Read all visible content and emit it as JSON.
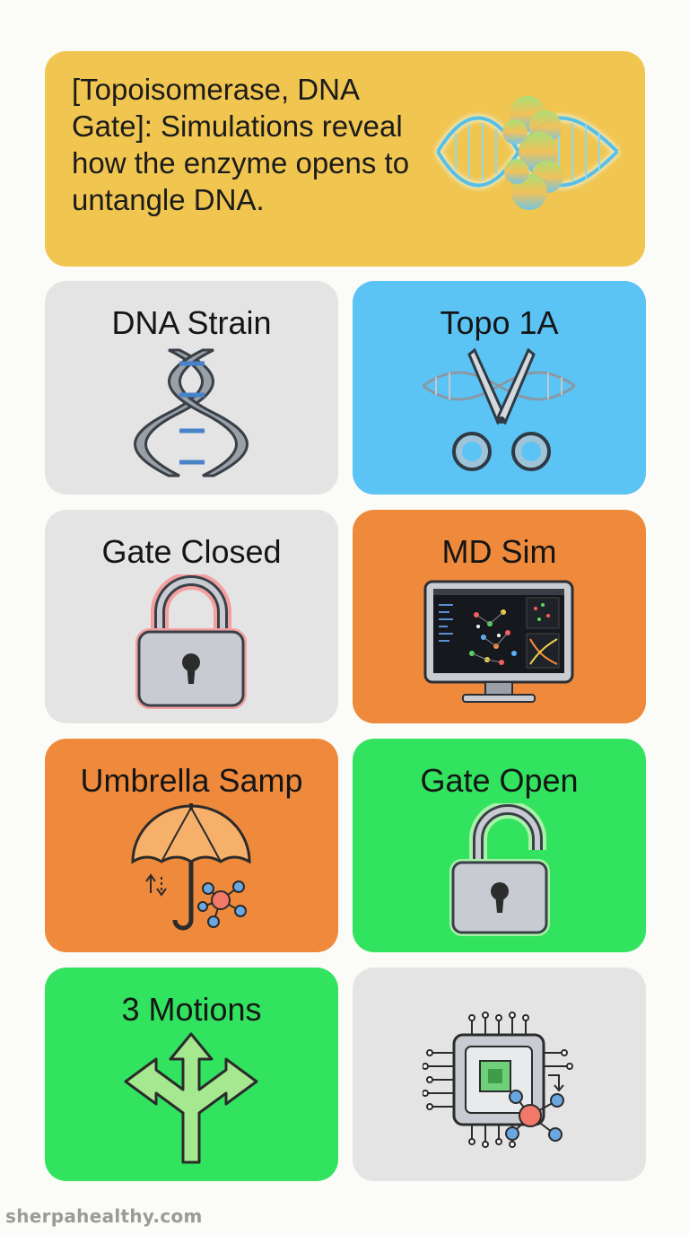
{
  "colors": {
    "title_bg": "#f0c550",
    "gray": "#e4e4e4",
    "blue": "#5bc4f5",
    "orange": "#ef8a3c",
    "green": "#32e35f"
  },
  "title": {
    "text": "[Topoisomerase, DNA Gate]: Simulations reveal how the enzyme opens to untangle DNA.",
    "icon": "dna-protein-icon"
  },
  "tiles": [
    {
      "label": "DNA Strain",
      "icon": "dna-helix-icon"
    },
    {
      "label": "Topo 1A",
      "icon": "scissors-dna-icon"
    },
    {
      "label": "Gate Closed",
      "icon": "locked-padlock-icon"
    },
    {
      "label": "MD Sim",
      "icon": "computer-monitor-icon"
    },
    {
      "label": "Umbrella Samp",
      "icon": "umbrella-molecule-icon"
    },
    {
      "label": "Gate Open",
      "icon": "unlocked-padlock-icon"
    },
    {
      "label": "3 Motions",
      "icon": "branching-arrows-icon"
    },
    {
      "label": "",
      "icon": "chip-network-icon"
    }
  ],
  "footer": {
    "text": "sherpahealthy.com"
  }
}
